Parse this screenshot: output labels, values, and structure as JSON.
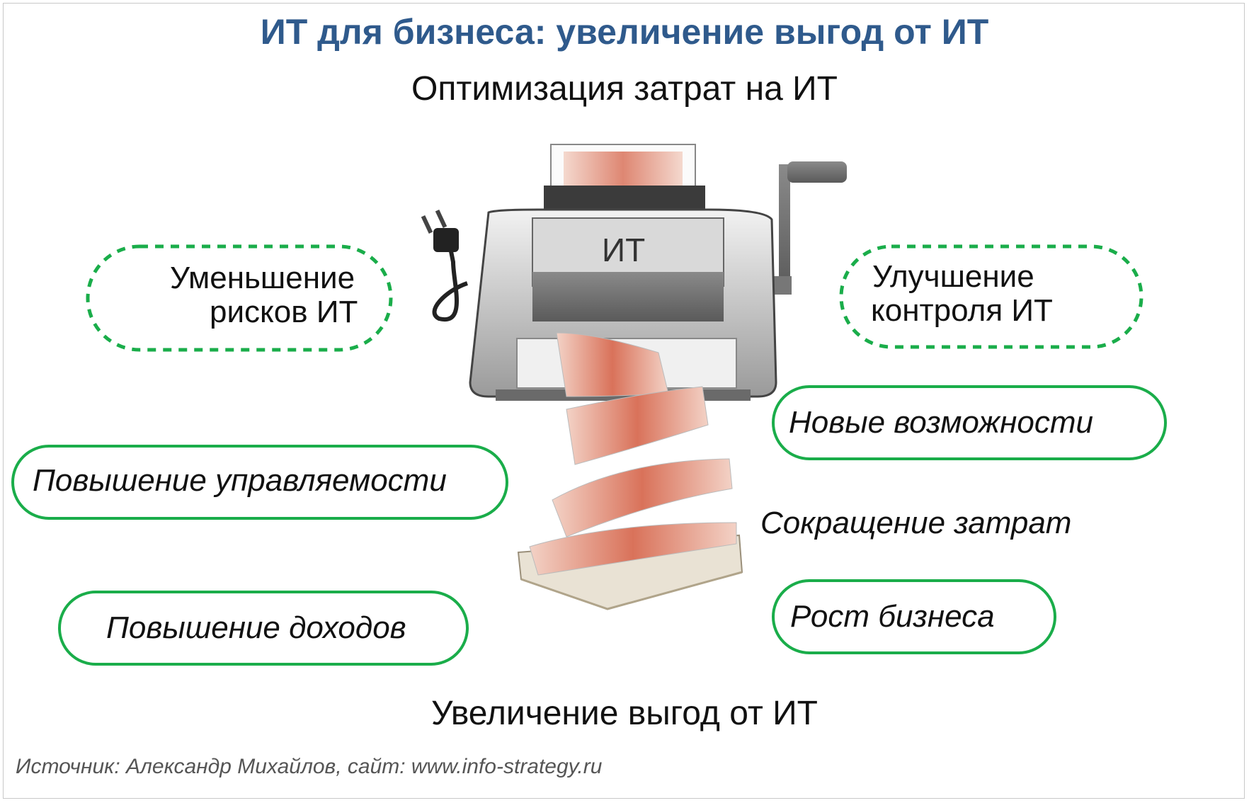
{
  "title": "ИТ для бизнеса: увеличение выгод от ИТ",
  "top_heading": "Оптимизация затрат на ИТ",
  "bottom_heading": "Увеличение выгод от ИТ",
  "printer_label": "ИТ",
  "risks": [
    "Уменьшение",
    "рисков ИТ"
  ],
  "control": [
    "Улучшение",
    "контроля ИТ"
  ],
  "new_opportunities": "Новые возможности",
  "manageability": "Повышение управляемости",
  "cost_reduction": "Сокращение затрат",
  "income": "Повышение доходов",
  "growth": "Рост бизнеса",
  "source": "Источник: Александр Михайлов, сайт: www.info-strategy.ru",
  "colors": {
    "title": "#2f5a8c",
    "pill_green": "#1aad4a",
    "banknote": "#d9725a"
  },
  "icons": [
    "printer-icon",
    "power-plug-icon",
    "crank-handle-icon",
    "banknote-icon",
    "money-stack-icon"
  ]
}
